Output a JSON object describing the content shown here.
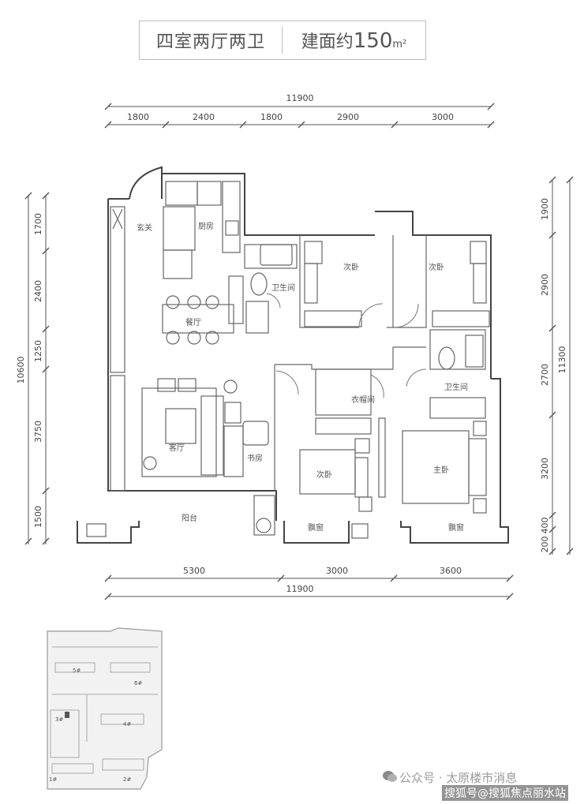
{
  "title": {
    "layout": "四室两厅两卫",
    "area_prefix": "建面约",
    "area_value": "150",
    "area_unit": "m²"
  },
  "dimensions": {
    "top_total": "11900",
    "top_segments": [
      "1800",
      "2400",
      "1800",
      "2900",
      "3000"
    ],
    "bottom_total": "11900",
    "bottom_segments": [
      "5300",
      "3000",
      "3600"
    ],
    "left_total": "10600",
    "left_segments": [
      "1700",
      "2400",
      "1250",
      "3750",
      "1500"
    ],
    "right_total": "11300",
    "right_segments": [
      "1900",
      "2900",
      "2700",
      "3200",
      "400",
      "200"
    ]
  },
  "rooms": {
    "entry": "玄关",
    "kitchen": "厨房",
    "dining": "餐厅",
    "living": "客厅",
    "study": "书房",
    "balcony": "阳台",
    "bath1": "卫生间",
    "bath2": "卫生间",
    "bedroom_a": "次卧",
    "bedroom_b": "次卧",
    "bedroom_c": "次卧",
    "master": "主卧",
    "closet": "衣帽间",
    "bay1": "飘窗",
    "bay2": "飘窗"
  },
  "siteplan": {
    "labels": [
      "5#",
      "6#",
      "3#",
      "4#",
      "1#",
      "2#"
    ]
  },
  "watermark": {
    "line1": "公众号 · 太原楼市消息",
    "line2": "搜狐号@搜狐焦点丽水站"
  }
}
